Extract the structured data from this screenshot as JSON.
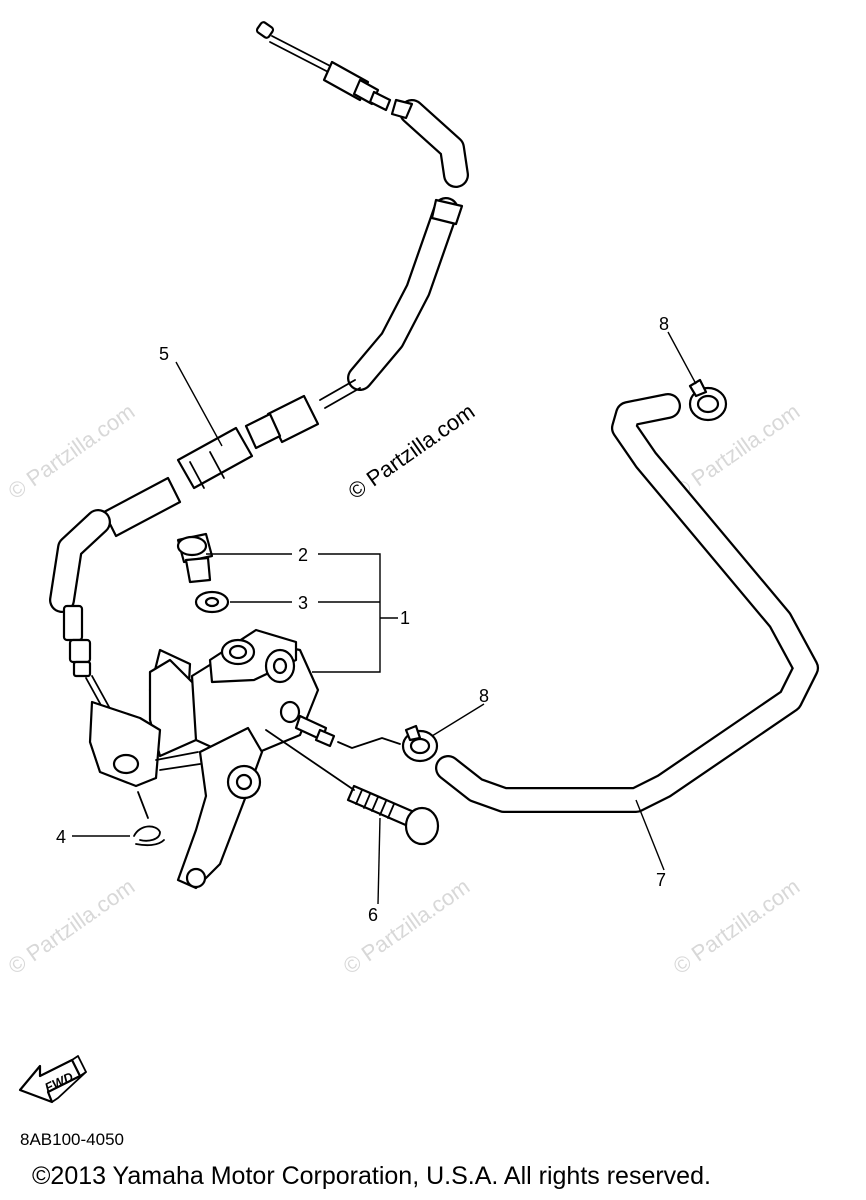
{
  "watermark": {
    "main": "© Partzilla.com",
    "repeat": "© Partzilla.com"
  },
  "callouts": {
    "c1": "1",
    "c2": "2",
    "c3": "3",
    "c4": "4",
    "c5": "5",
    "c6": "6",
    "c7": "7",
    "c8a": "8",
    "c8b": "8"
  },
  "fwd_label": "FWD",
  "part_code": "8AB100-4050",
  "copyright": "©2013  Yamaha Motor Corporation, U.S.A. All rights reserved."
}
